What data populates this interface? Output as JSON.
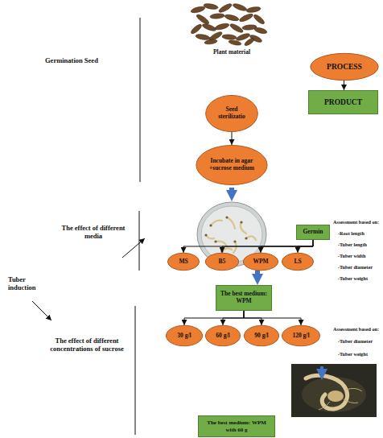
{
  "diagram": {
    "nodes": [
      {
        "text": [
          "PROCESS"
        ]
      },
      {
        "text": [
          "PRODUCT"
        ]
      },
      {
        "text": [
          "Seed sterilizatio"
        ]
      },
      {
        "text": [
          "Incubate in agar +sucrose medium"
        ]
      },
      {
        "text": [
          "Germin"
        ]
      },
      {
        "text": [
          "MS"
        ]
      },
      {
        "text": [
          "B5"
        ]
      },
      {
        "text": [
          "WPM"
        ]
      },
      {
        "text": [
          "LS"
        ]
      },
      {
        "text": [
          "The best medium: WPM"
        ]
      },
      {
        "text": [
          "30 g/l"
        ]
      },
      {
        "text": [
          "60 g/l"
        ]
      },
      {
        "text": [
          "90 g/l"
        ]
      },
      {
        "text": [
          "120 g/l"
        ]
      },
      {
        "text": [
          "The best medium: WPM with 60 g"
        ]
      }
    ],
    "edges": [
      {
        "from": 0,
        "to": 1,
        "arrow": "to"
      },
      {
        "from": 2,
        "to": 3,
        "arrow": "to"
      },
      {
        "from": 4,
        "to": 5,
        "arrow": "to"
      },
      {
        "from": 4,
        "to": 6,
        "arrow": "to"
      },
      {
        "from": 4,
        "to": 7,
        "arrow": "to"
      },
      {
        "from": 4,
        "to": 8,
        "arrow": "to"
      },
      {
        "from": 7,
        "to": 9,
        "arrow": "to"
      },
      {
        "from": 9,
        "to": 10,
        "arrow": "to"
      },
      {
        "from": 9,
        "to": 11,
        "arrow": "to"
      },
      {
        "from": 9,
        "to": 12,
        "arrow": "to"
      },
      {
        "from": 9,
        "to": 13,
        "arrow": "to"
      }
    ],
    "labels": [
      "Plant material",
      "Germination Seed",
      "The effect of different media",
      "Assessment based on:",
      "-Root length",
      "-Tuber length",
      "-Tuber width",
      "-Tuber diameter",
      "-Tuber weight",
      "Tuber induction",
      "Assessment based on:",
      "-Tuber diameter",
      "-Tuber weight",
      "The effect of different concentrations of sucrose"
    ]
  }
}
